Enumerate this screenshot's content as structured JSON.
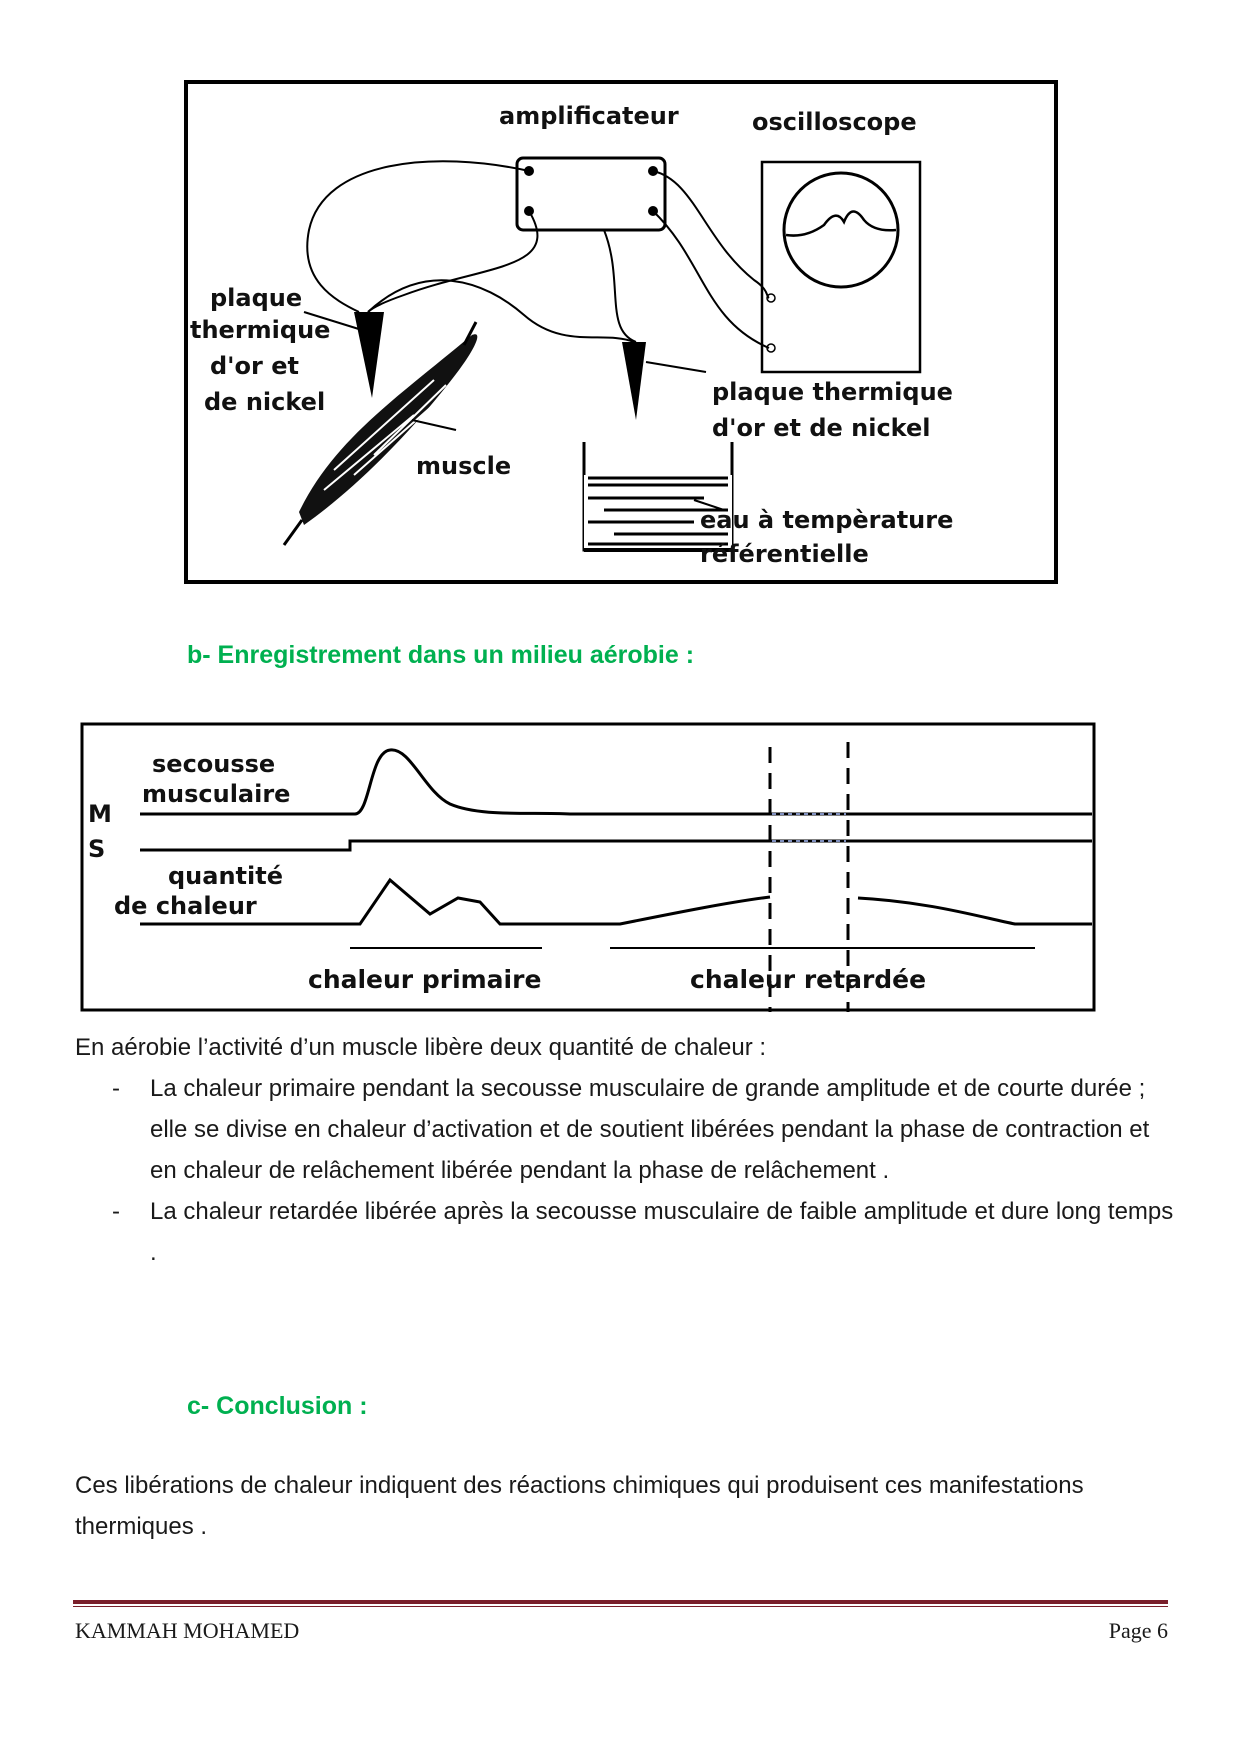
{
  "figure1": {
    "labels": {
      "amplificateur": "amplificateur",
      "oscilloscope": "oscilloscope",
      "plaque_left": [
        "plaque",
        "thermique",
        "d'or et",
        "de nickel"
      ],
      "plaque_right": [
        "plaque thermique",
        "d'or et de nickel"
      ],
      "muscle": "muscle",
      "eau": [
        "eau à tempèrature",
        "référentielle"
      ]
    }
  },
  "section_b": {
    "title": "b- Enregistrement dans un milieu aérobie :"
  },
  "figure2": {
    "labels": {
      "secousse": [
        "secousse",
        "musculaire"
      ],
      "ms": [
        "M",
        "S"
      ],
      "quantite": [
        "quantité",
        "de chaleur"
      ],
      "chaleur_primaire": "chaleur primaire",
      "chaleur_retardee": "chaleur retardée"
    }
  },
  "body": {
    "intro": "En aérobie l’activité d’un muscle libère deux quantité de chaleur :",
    "bullets": [
      {
        "dash": "-",
        "text": "La chaleur primaire pendant la secousse musculaire de grande amplitude et de courte durée ; elle se divise en chaleur d’activation et de soutient libérées pendant la phase de contraction et en chaleur de relâchement libérée pendant la phase de relâchement ."
      },
      {
        "dash": "-",
        "text": "La chaleur retardée libérée après la secousse musculaire de faible amplitude et dure long temps ."
      }
    ]
  },
  "section_c": {
    "title": "c- Conclusion :",
    "text": "Ces libérations de chaleur indiquent des réactions chimiques qui produisent ces manifestations thermiques ."
  },
  "footer": {
    "author": "KAMMAH MOHAMED",
    "page": "Page 6"
  }
}
